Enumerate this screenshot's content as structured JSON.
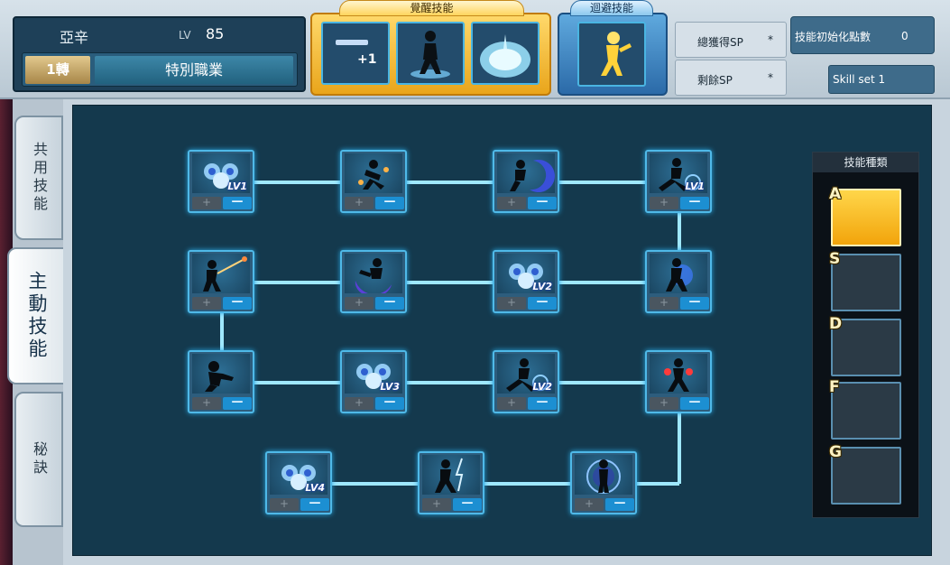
{
  "profile": {
    "name": "亞辛",
    "lv_label": "LV",
    "lv_value": "85",
    "job_tier": "1轉",
    "job_name": "特別職業"
  },
  "awakening": {
    "title": "覺醒技能",
    "slots": [
      {
        "icon": "plus-one-icon",
        "text": "+1"
      },
      {
        "icon": "warrior-stance-icon"
      },
      {
        "icon": "energy-dome-icon"
      }
    ]
  },
  "evade": {
    "title": "迴避技能",
    "icon": "golden-dash-figure-icon"
  },
  "sp": {
    "total_label": "總獲得SP",
    "total_value": "*",
    "remaining_label": "剩餘SP",
    "remaining_value": "*"
  },
  "reset": {
    "label": "技能初始化點數",
    "value": "0"
  },
  "skill_set": "Skill set 1",
  "tabs": {
    "common": "共用技能",
    "active": "主動技能",
    "secret": "秘訣"
  },
  "tree": {
    "nodes": [
      {
        "icon": "triple-orb-icon",
        "lv": "LV1"
      },
      {
        "icon": "spin-strike-icon",
        "lv": ""
      },
      {
        "icon": "crescent-slash-icon",
        "lv": ""
      },
      {
        "icon": "ground-kick-icon",
        "lv": "LV1"
      },
      {
        "icon": "arrow-shot-icon",
        "lv": ""
      },
      {
        "icon": "moon-wave-icon",
        "lv": ""
      },
      {
        "icon": "triple-orb-icon",
        "lv": "LV2"
      },
      {
        "icon": "blue-burst-icon",
        "lv": ""
      },
      {
        "icon": "low-punch-icon",
        "lv": ""
      },
      {
        "icon": "triple-orb-icon",
        "lv": "LV3"
      },
      {
        "icon": "ground-kick-icon",
        "lv": "LV2"
      },
      {
        "icon": "red-flame-icon",
        "lv": ""
      },
      {
        "icon": "triple-orb-icon",
        "lv": "LV4"
      },
      {
        "icon": "lightning-stance-icon",
        "lv": ""
      },
      {
        "icon": "magic-circle-icon",
        "lv": ""
      }
    ],
    "plus_label": "+",
    "minus_label": "—"
  },
  "categories": {
    "title": "技能種類",
    "items": [
      "A",
      "S",
      "D",
      "F",
      "G"
    ],
    "active": "A"
  },
  "colors": {
    "accent": "#4fb9e8",
    "gold": "#f2a40b",
    "panel": "#14394d"
  }
}
